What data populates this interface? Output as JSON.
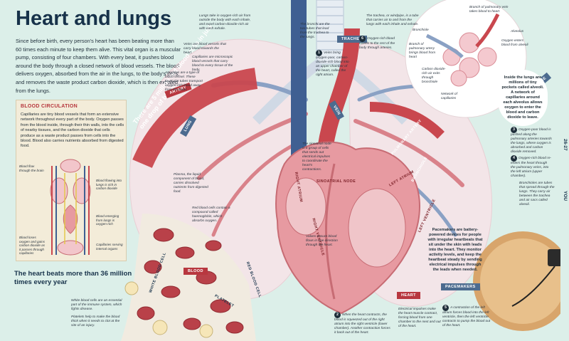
{
  "title": "Heart and lungs",
  "intro": "Since before birth, every person's heart has been beating more than 60 times each minute to keep them alive. This vital organ is a muscular pump, consisting of four chambers. With every beat, it pushes blood around the body through a closed network of blood vessels. The blood delivers oxygen, absorbed from the air in the lungs, to the body's cells, and removes the waste product carbon dioxide, which is then exhaled from the lungs.",
  "circulation": {
    "heading": "BLOOD CIRCULATION",
    "text": "Capillaries are tiny blood vessels that form an extensive network throughout every part of the body. Oxygen passes from the blood inside, through their thin walls, into the cells of nearby tissues, and the carbon dioxide that cells produce as a waste product passes from cells into the blood. Blood also carries nutrients absorbed from digested food.",
    "labels": {
      "brain": "Blood flow through the brain",
      "into_lungs": "Blood flowing into lungs is rich in carbon dioxide",
      "emerging": "Blood emerging from lungs is oxygen-rich",
      "loses": "Blood loses oxygen and gains carbon dioxide as it passes through capillaries",
      "capillaries": "Capillaries serving internal organs"
    }
  },
  "beats": "The heart beats more than 36 million times every year",
  "red_cells_banner": "There are 5 million red blood cells in just one drop of blood",
  "tags": {
    "artery": "ARTERY",
    "lung": "LUNG",
    "vein": "VEIN",
    "trachea": "TRACHEA",
    "blood": "BLOOD",
    "heart": "HEART",
    "gas_exchange": "GAS EXCHANGE",
    "pacemakers": "PACEMAKERS",
    "bronchiole": "BRONCHIOLE",
    "pulmonary_artery": "PULMONARY ARTERY",
    "left_atrium": "LEFT ATRIUM",
    "left_ventricle": "LEFT VENTRICLE",
    "right_atrium": "RIGHT ATRIUM",
    "right_ventricle": "RIGHT VENTRICLE",
    "sinoatrial": "SINOATRIAL NODE",
    "white_cell": "WHITE BLOOD CELL",
    "red_cell": "RED BLOOD CELL",
    "platelet": "PLATELET"
  },
  "notes": {
    "lungs": "Lungs take in oxygen-rich air from outside the body with each inhale, and expel carbon-dioxide-rich air with each exhale.",
    "veins": "Veins are blood vessels that carry blood towards the heart.",
    "capillaries": "Capillaries are microscopic blood vessels that carry blood to every tissue of the body.",
    "arterioles": "Arterioles are a type of blood vessel. These muscular tubes transport oxygen-rich blood away from the heart.",
    "bronchi": "The bronchi are the two tubes that lead from the trachea to the lungs.",
    "veins_bring": "Veins bring oxygen-poor, carbon-dioxide-rich blood into an upper chamber of the heart, called the right atrium.",
    "trachea": "The trachea, or windpipe, is a tube that carries air to and from the lungs with each inhale and exhale.",
    "oxygen_blood": "Oxygen-rich blood travels to the rest of the body through arteries.",
    "sinoatrial": "The sinoatrial node is a group of cells that sends out electrical impulses to coordinate the heart's contractions.",
    "plasma": "Plasma, the liquid component of blood, carries dissolved nutrients from digested food.",
    "red_cells": "Red blood cells contain a compound called haemoglobin, which absorbs oxygen.",
    "valves": "Valves ensure blood flows in one direction through the heart.",
    "white_cells": "White blood cells are an essential part of the immune system, which fights disease.",
    "platelets": "Platelets help to make the blood thick when it needs to clot at the site of an injury.",
    "contract": "When the heart contracts, the blood is squeezed out of the right atrium into the right ventricle (lower chamber). Another contraction forces it back out of the heart.",
    "impulses": "Electrical impulses make the heart muscle contract, forcing blood from one chamber to the next and out of the heart.",
    "left_atrium_contract": "A contraction of the left atrium forces blood into the left ventricle, then the left ventricle contracts to pump the blood out of the heart.",
    "gas": "Inside the lungs are millions of tiny pockets called alveoli. A network of capillaries around each alveolus allows oxygen to enter the blood and carbon dioxide to leave.",
    "oxygen_poor": "Oxygen-poor blood is pushed along the pulmonary arteries towards the lungs, where oxygen is absorbed and carbon dioxide removed.",
    "oxygen_rich": "Oxygen-rich blood re-enters the heart through the pulmonary veins, into the left atrium (upper chamber).",
    "bronchioles": "Bronchioles are tubes that spread through the lungs. They carry air between the trachea and air sacs called alveoli.",
    "pacemakers": "Pacemakers are battery-powered devices for people with irregular heartbeats that sit under the skin with leads into the heart. They monitor activity levels, and keep the heartbeat steady by sending electrical impulses through the leads when needed.",
    "branch": "Branch of pulmonary vein takes blood to heart",
    "alveolus": "Alveolus",
    "alveoli": "Oxygen enters blood from alveoli",
    "bronchiole_lbl": "Bronchiole",
    "branch_art": "Branch of pulmonary artery brings blood from heart",
    "co2": "Carbon dioxide-rich air exits through bronchiole",
    "network": "Network of capillaries"
  },
  "numbers": [
    "1",
    "2",
    "3",
    "4",
    "5",
    "6"
  ],
  "page": "26-27",
  "section": "YOU",
  "colors": {
    "artery": "#c9474e",
    "vein": "#3f5f92",
    "lung": "#f4e7ea",
    "bg": "#dcefe9",
    "accent": "#b8373f"
  }
}
